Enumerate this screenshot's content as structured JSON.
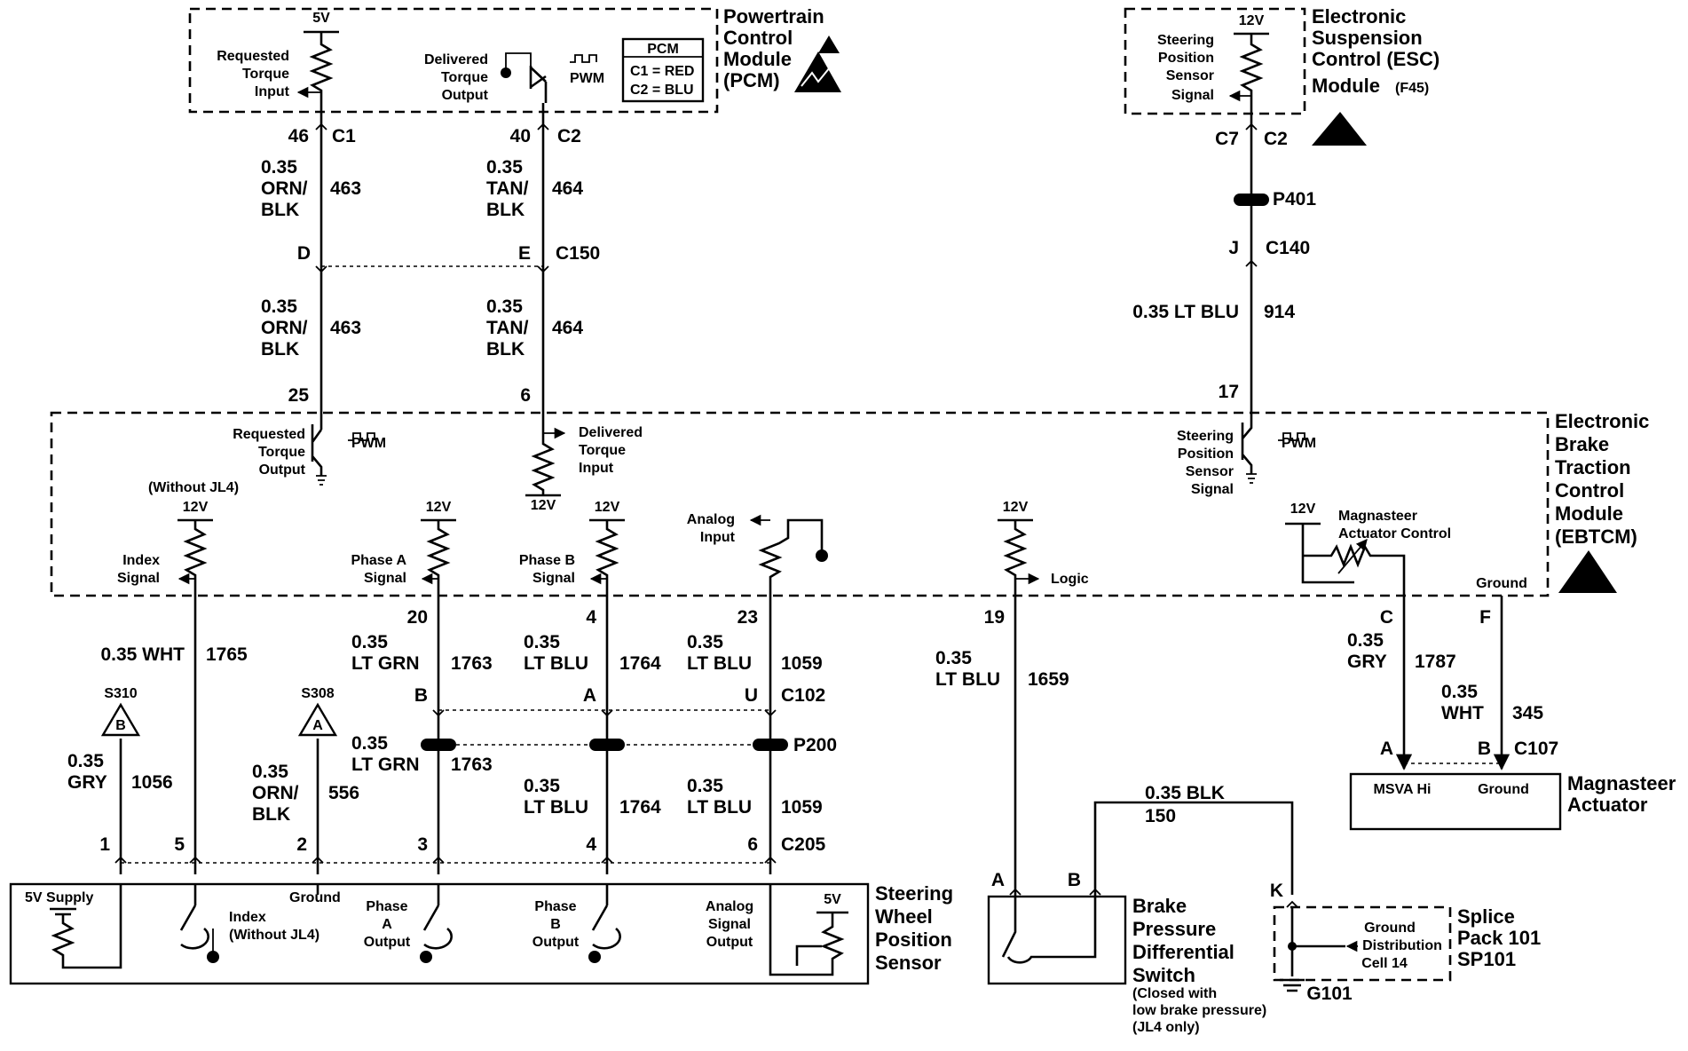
{
  "modules": {
    "pcm": {
      "name": [
        "Powertrain",
        "Control",
        "Module",
        "(PCM)"
      ],
      "badge": "PCM",
      "badge_c1": "C1 = RED",
      "badge_c2": "C2 = BLU"
    },
    "esc": {
      "name": [
        "Electronic",
        "Suspension",
        "Control (ESC)",
        "Module"
      ],
      "sub": "(F45)"
    },
    "ebtcm": {
      "name": [
        "Electronic",
        "Brake",
        "Traction",
        "Control",
        "Module",
        "(EBTCM)"
      ]
    },
    "swps": {
      "name": [
        "Steering",
        "Wheel",
        "Position",
        "Sensor"
      ]
    },
    "bpds": {
      "name": [
        "Brake",
        "Pressure",
        "Differential",
        "Switch"
      ],
      "note": [
        "(Closed with",
        "low brake pressure)",
        "(JL4 only)"
      ]
    },
    "splice": {
      "name": [
        "Splice",
        "Pack 101",
        "SP101"
      ],
      "inner": [
        "Ground",
        "Distribution",
        "Cell 14"
      ],
      "ground": "G101"
    },
    "msa": {
      "name": [
        "Magnasteer",
        "Actuator"
      ],
      "pin_a": "MSVA Hi",
      "pin_b": "Ground"
    }
  },
  "pcm_labels": {
    "v5": "5V",
    "req": [
      "Requested",
      "Torque",
      "Input"
    ],
    "del": [
      "Delivered",
      "Torque",
      "Output"
    ],
    "pwm": "PWM"
  },
  "esc_labels": {
    "v12": "12V",
    "sig": [
      "Steering",
      "Position",
      "Sensor",
      "Signal"
    ]
  },
  "ebtcm_labels": {
    "req": [
      "Requested",
      "Torque",
      "Output"
    ],
    "pwm1": "PWM",
    "del": [
      "Delivered",
      "Torque",
      "Input"
    ],
    "del_v": "12V",
    "sps": [
      "Steering",
      "Position",
      "Sensor",
      "Signal"
    ],
    "pwm2": "PWM",
    "nojl4": "(Without JL4)",
    "idx_v": "12V",
    "idx": [
      "Index",
      "Signal"
    ],
    "pa_v": "12V",
    "pa": [
      "Phase A",
      "Signal"
    ],
    "pb_v": "12V",
    "pb": [
      "Phase B",
      "Signal"
    ],
    "an": [
      "Analog",
      "Input"
    ],
    "lg_v": "12V",
    "lg": "Logic",
    "mac_v": "12V",
    "mac": [
      "Magnasteer",
      "Actuator Control"
    ],
    "gnd": "Ground"
  },
  "pins": {
    "w463a": "46",
    "c1": "C1",
    "w464a": "40",
    "c2": "C2",
    "d": "D",
    "e": "E",
    "c150": "C150",
    "w463b": "25",
    "w464b": "6",
    "c7": "C7",
    "esc_c2": "C2",
    "p401": "P401",
    "j": "J",
    "c140": "C140",
    "w914": "17",
    "p20": "20",
    "p4": "4",
    "p23": "23",
    "p19": "19",
    "pc": "C",
    "pf": "F",
    "b": "B",
    "a": "A",
    "u": "U",
    "c102": "C102",
    "p200": "P200",
    "ma": "A",
    "mb": "B",
    "c107": "C107",
    "s1": "1",
    "s5": "5",
    "s2": "2",
    "s3": "3",
    "s4": "4",
    "s6": "6",
    "c205": "C205",
    "ba": "A",
    "bb": "B",
    "sk": "K"
  },
  "wires": {
    "w463": [
      "0.35",
      "ORN/",
      "BLK"
    ],
    "w463_n": "463",
    "w464": [
      "0.35",
      "TAN/",
      "BLK"
    ],
    "w464_n": "464",
    "w914": "0.35 LT BLU",
    "w914_n": "914",
    "w1765": "0.35 WHT",
    "w1765_n": "1765",
    "w1763": [
      "0.35",
      "LT GRN"
    ],
    "w1763_n": "1763",
    "w1764": [
      "0.35",
      "LT BLU"
    ],
    "w1764_n": "1764",
    "w1059": [
      "0.35",
      "LT BLU"
    ],
    "w1059_n": "1059",
    "w1659": [
      "0.35",
      "LT BLU"
    ],
    "w1659_n": "1659",
    "w1787": [
      "0.35",
      "GRY"
    ],
    "w1787_n": "1787",
    "w345": [
      "0.35",
      "WHT"
    ],
    "w345_n": "345",
    "w1056": [
      "0.35",
      "GRY"
    ],
    "w1056_n": "1056",
    "w556": [
      "0.35",
      "ORN/",
      "BLK"
    ],
    "w556_n": "556",
    "w150": "0.35 BLK",
    "w150_n": "150"
  },
  "splices": {
    "s310": "S310",
    "s310_l": "B",
    "s308": "S308",
    "s308_l": "A"
  },
  "sensor_labels": {
    "v5s": "5V Supply",
    "idx": [
      "Index",
      "(Without JL4)"
    ],
    "gnd": "Ground",
    "pa": [
      "Phase",
      "A",
      "Output"
    ],
    "pb": [
      "Phase",
      "B",
      "Output"
    ],
    "an": [
      "Analog",
      "Signal",
      "Output"
    ],
    "v5": "5V"
  }
}
